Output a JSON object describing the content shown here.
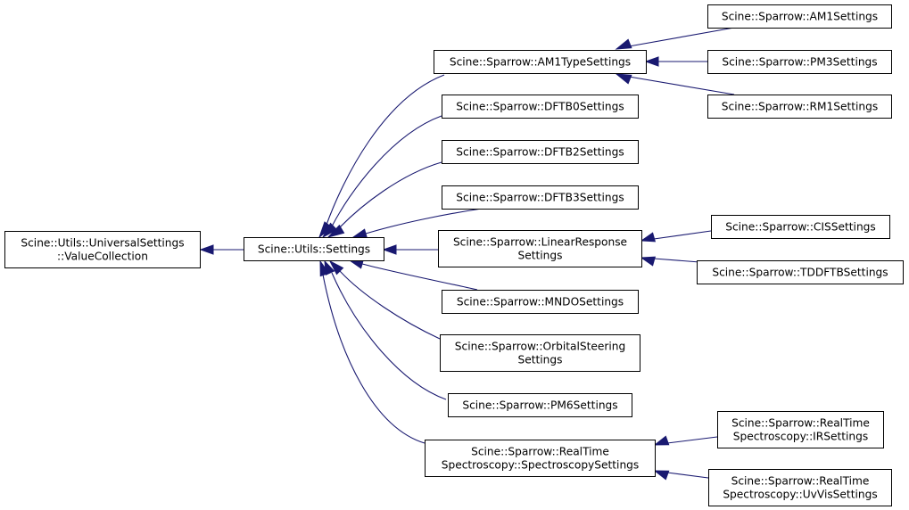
{
  "diagram": {
    "colors": {
      "edge": "#191970",
      "node_border": "#000000",
      "node_fill": "#ffffff"
    },
    "nodes": {
      "value_collection": {
        "lines": [
          "Scine::Utils::UniversalSettings",
          "::ValueCollection"
        ]
      },
      "utils_settings": {
        "lines": [
          "Scine::Utils::Settings"
        ]
      },
      "am1type": {
        "lines": [
          "Scine::Sparrow::AM1TypeSettings"
        ]
      },
      "dftb0": {
        "lines": [
          "Scine::Sparrow::DFTB0Settings"
        ]
      },
      "dftb2": {
        "lines": [
          "Scine::Sparrow::DFTB2Settings"
        ]
      },
      "dftb3": {
        "lines": [
          "Scine::Sparrow::DFTB3Settings"
        ]
      },
      "linear_response": {
        "lines": [
          "Scine::Sparrow::LinearResponse",
          "Settings"
        ]
      },
      "mndo": {
        "lines": [
          "Scine::Sparrow::MNDOSettings"
        ]
      },
      "orbital_steering": {
        "lines": [
          "Scine::Sparrow::OrbitalSteering",
          "Settings"
        ]
      },
      "pm6": {
        "lines": [
          "Scine::Sparrow::PM6Settings"
        ]
      },
      "spectroscopy": {
        "lines": [
          "Scine::Sparrow::RealTime",
          "Spectroscopy::SpectroscopySettings"
        ]
      },
      "am1": {
        "lines": [
          "Scine::Sparrow::AM1Settings"
        ]
      },
      "pm3": {
        "lines": [
          "Scine::Sparrow::PM3Settings"
        ]
      },
      "rm1": {
        "lines": [
          "Scine::Sparrow::RM1Settings"
        ]
      },
      "cis": {
        "lines": [
          "Scine::Sparrow::CISSettings"
        ]
      },
      "tddftb": {
        "lines": [
          "Scine::Sparrow::TDDFTBSettings"
        ]
      },
      "ir": {
        "lines": [
          "Scine::Sparrow::RealTime",
          "Spectroscopy::IRSettings"
        ]
      },
      "uvvis": {
        "lines": [
          "Scine::Sparrow::RealTime",
          "Spectroscopy::UvVisSettings"
        ]
      }
    }
  }
}
